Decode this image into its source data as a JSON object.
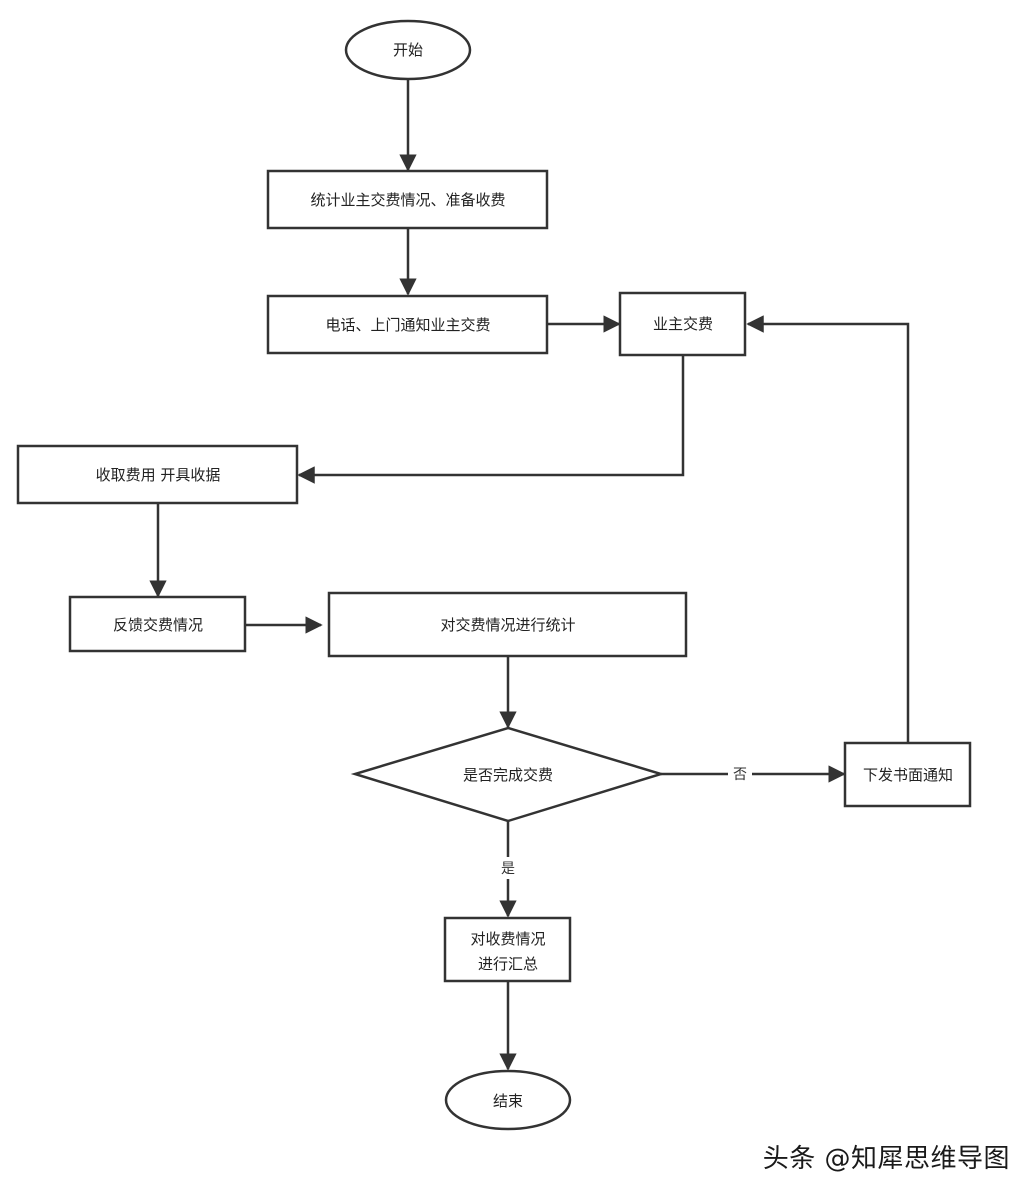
{
  "nodes": {
    "start": "开始",
    "stat_prepare": "统计业主交费情况、准备收费",
    "notify_owner": "电话、上门通知业主交费",
    "owner_pay": "业主交费",
    "collect_receipt": "收取费用 开具收据",
    "feedback": "反馈交费情况",
    "stat_payment": "对交费情况进行统计",
    "decision_complete": "是否完成交费",
    "written_notice": "下发书面通知",
    "summary_line1": "对收费情况",
    "summary_line2": "进行汇总",
    "end": "结束"
  },
  "edges": {
    "no_label": "否",
    "yes_label": "是"
  },
  "watermark": "头条 @知犀思维导图",
  "colors": {
    "stroke": "#333333",
    "text": "#222222",
    "background": "#ffffff"
  }
}
